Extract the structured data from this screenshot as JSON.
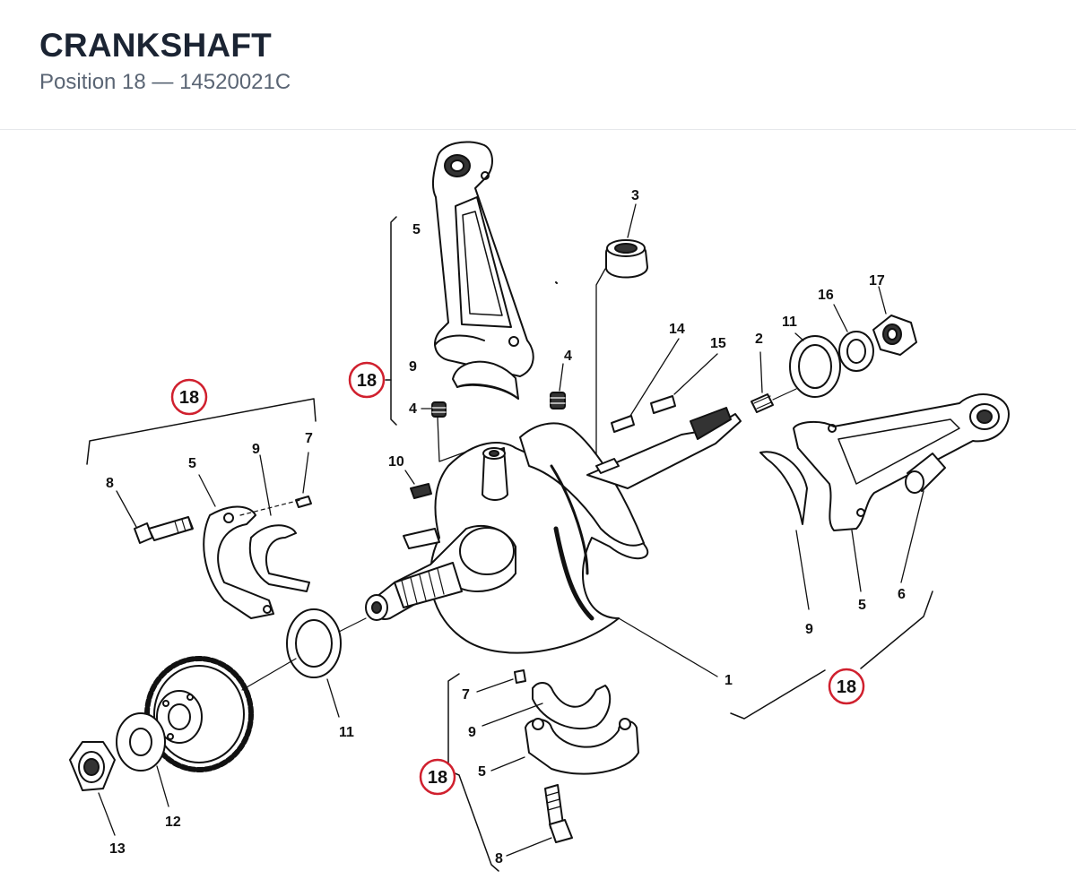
{
  "header": {
    "title": "CRANKSHAFT",
    "subtitle": "Position 18 — 14520021C"
  },
  "diagram": {
    "highlight_color": "#d0202e",
    "position_ref": "18",
    "part_labels": {
      "crankshaft": "1",
      "plug": "2",
      "cap": "3",
      "grub_screw_top": "4",
      "grub_screw_left": "4",
      "conrod_top": "5",
      "cap_left": "5",
      "conrod_right": "5",
      "cap_bottom": "5",
      "bushing": "6",
      "dowel_left": "7",
      "dowel_bottom": "7",
      "bolt_left": "8",
      "bolt_bottom": "8",
      "shell_top": "9",
      "shell_left": "9",
      "shell_right": "9",
      "shell_bottom": "9",
      "key": "10",
      "seal_left": "11",
      "seal_right": "11",
      "washer": "12",
      "nut": "13",
      "key_14": "14",
      "key_15": "15",
      "washer_16": "16",
      "nut_17": "17"
    }
  }
}
